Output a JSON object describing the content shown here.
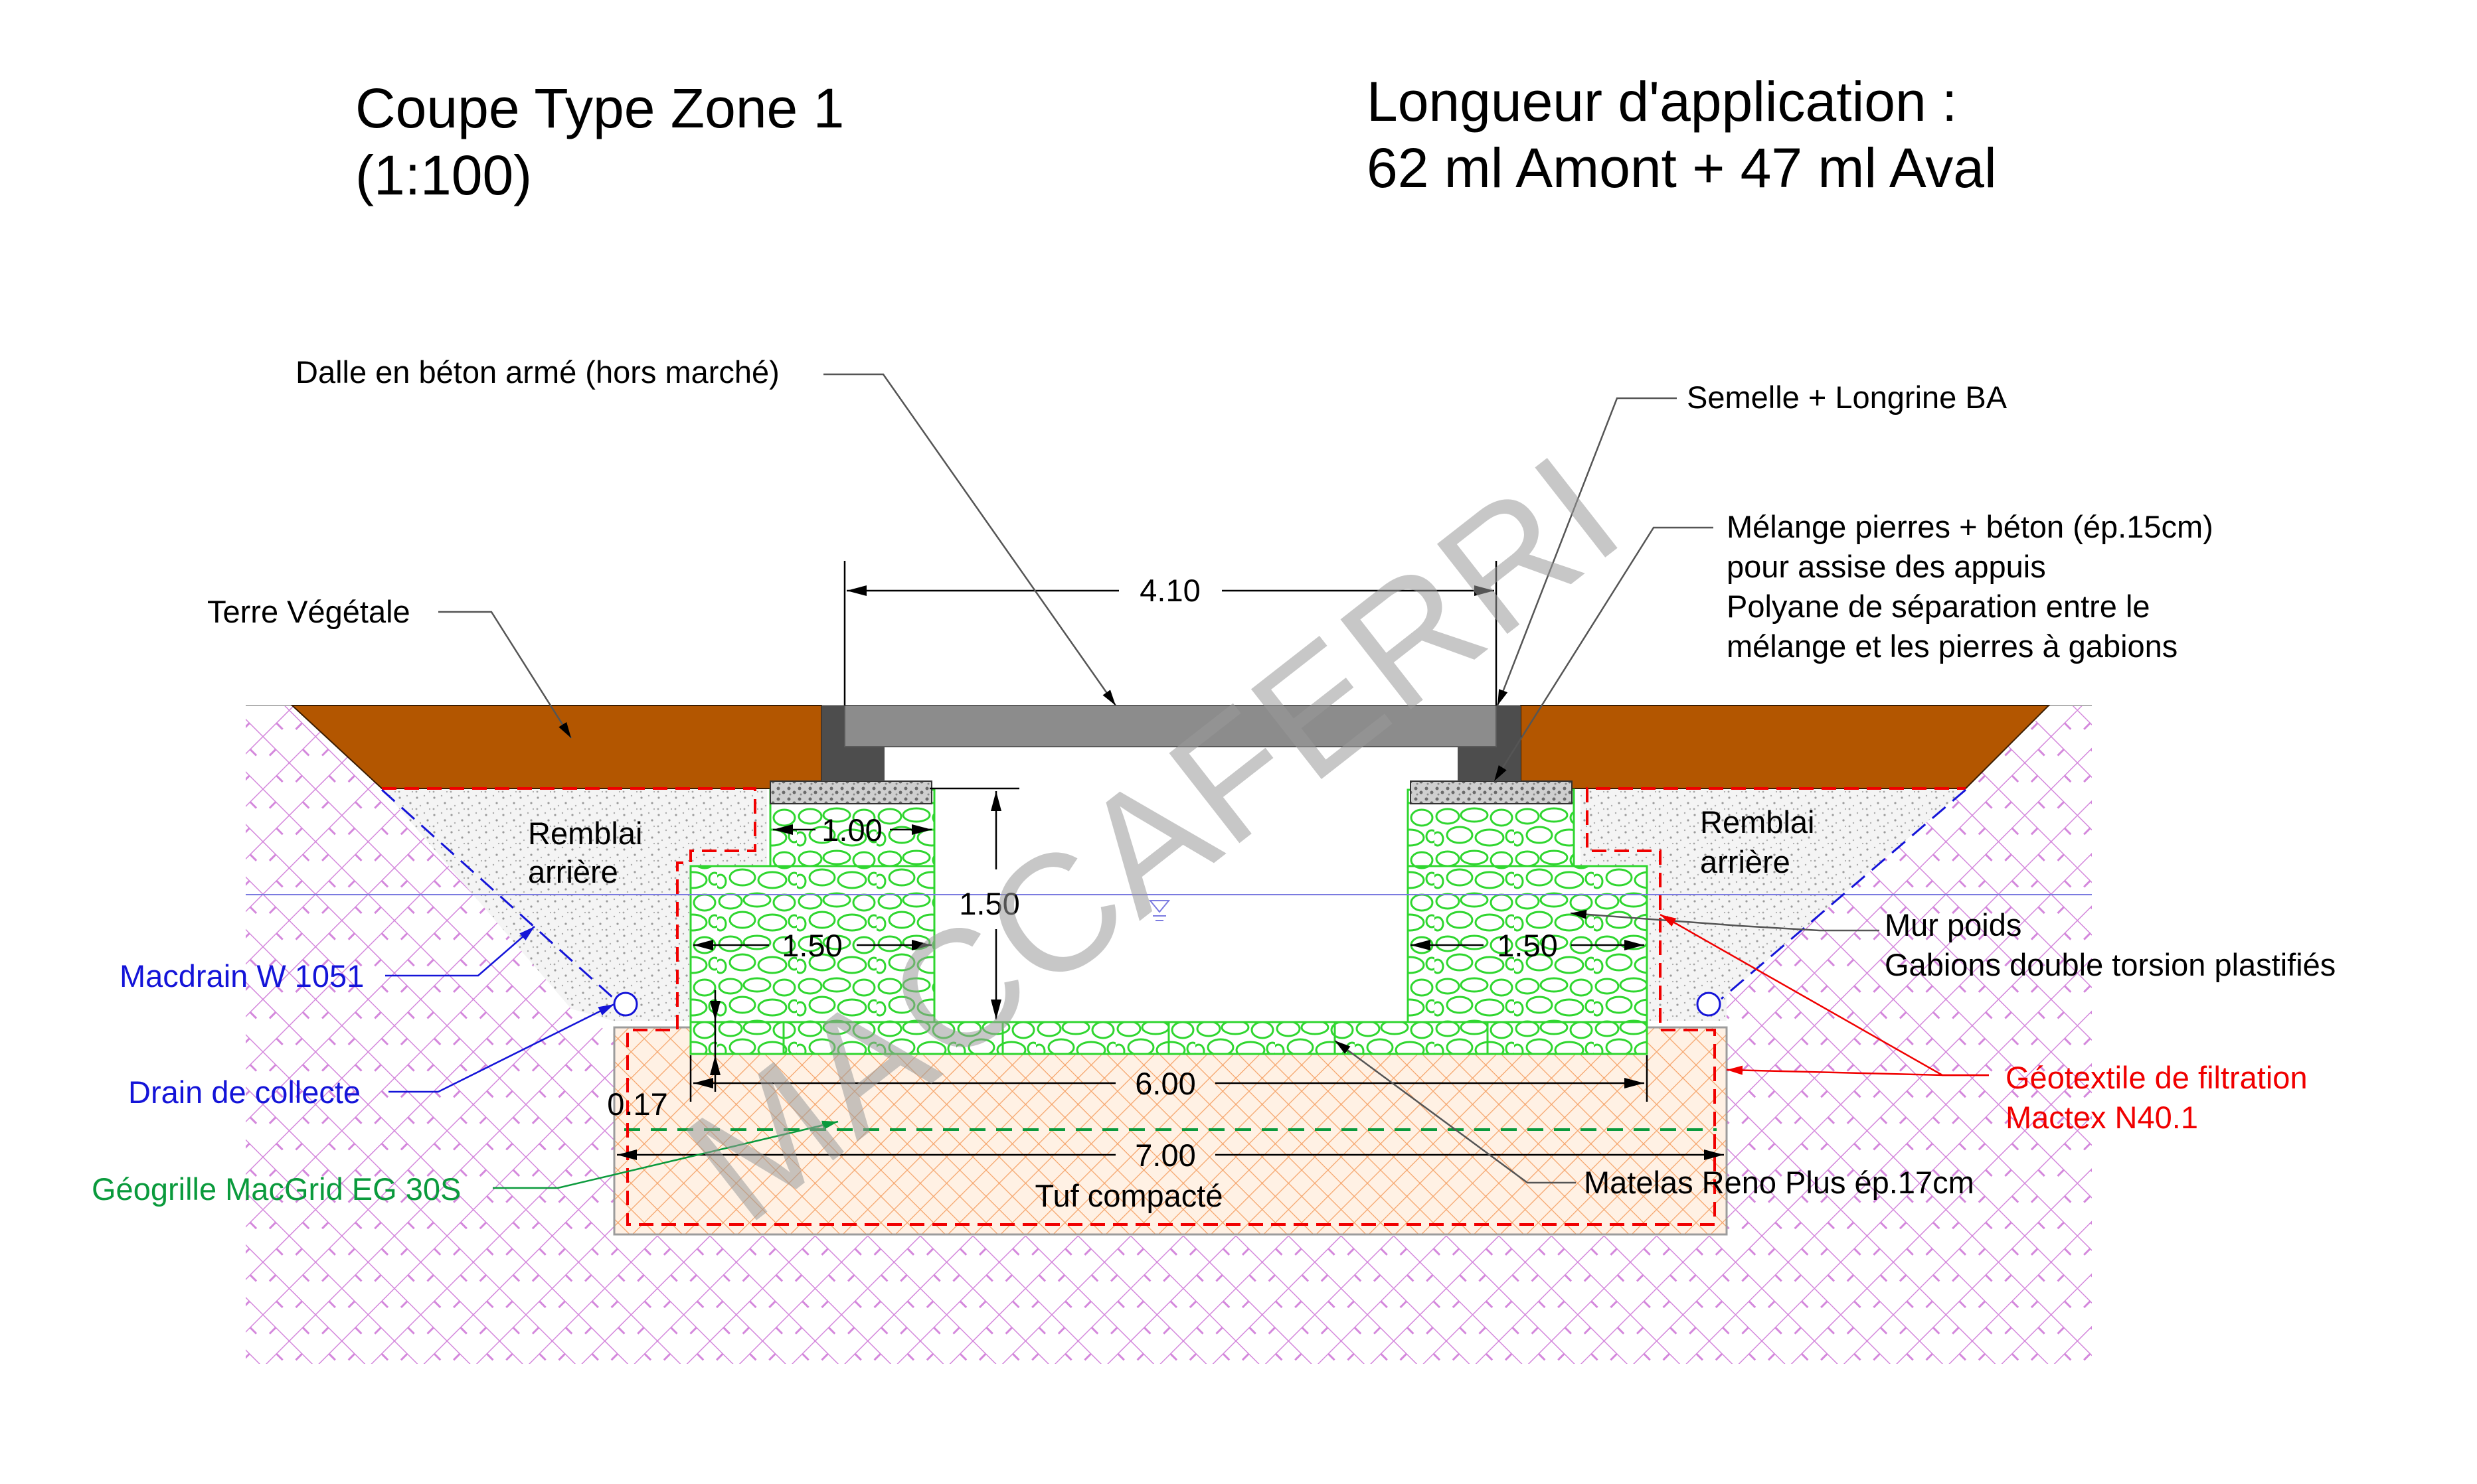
{
  "title": {
    "line1": "Coupe Type Zone 1",
    "line2": "(1:100)",
    "length_line1": "Longueur d'application :",
    "length_line2": "62 ml Amont + 47 ml Aval"
  },
  "labels": {
    "dalle": "Dalle en béton armé (hors marché)",
    "semelle": "Semelle + Longrine BA",
    "melange_l1": "Mélange pierres + béton (ép.15cm)",
    "melange_l2": "pour assise des appuis",
    "melange_l3": "Polyane de séparation entre le",
    "melange_l4": "mélange et les pierres à gabions",
    "terre": "Terre Végétale",
    "remblai_left_l1": "Remblai",
    "remblai_left_l2": "arrière",
    "remblai_right_l1": "Remblai",
    "remblai_right_l2": "arrière",
    "mur_l1": "Mur poids",
    "mur_l2": "Gabions double torsion plastifiés",
    "macdrain": "Macdrain W 1051",
    "drain": "Drain de collecte",
    "geogrille": "Géogrille MacGrid EG 30S",
    "geotextile_l1": "Géotextile de filtration",
    "geotextile_l2": "Mactex N40.1",
    "matelas": "Matelas Reno Plus ép.17cm",
    "tuf": "Tuf compacté"
  },
  "dimensions": {
    "span": "4.10",
    "top_gabion": "1.00",
    "height": "1.50",
    "left_gabion": "1.50",
    "right_gabion": "1.50",
    "base_inner": "6.00",
    "base_outer": "7.00",
    "mattress": "0.17"
  },
  "watermark": "MACCAFERRI",
  "colors": {
    "soil": "#b35600",
    "gabion": "#32e632",
    "concrete": "#8c8c8c",
    "footing": "#4d4d4d",
    "tuf": "#f5a46a",
    "geotextile": "#f00000",
    "macdrain": "#1414d8",
    "geogrid": "#0a9a3c",
    "ground_hatch": "#d080d8"
  }
}
